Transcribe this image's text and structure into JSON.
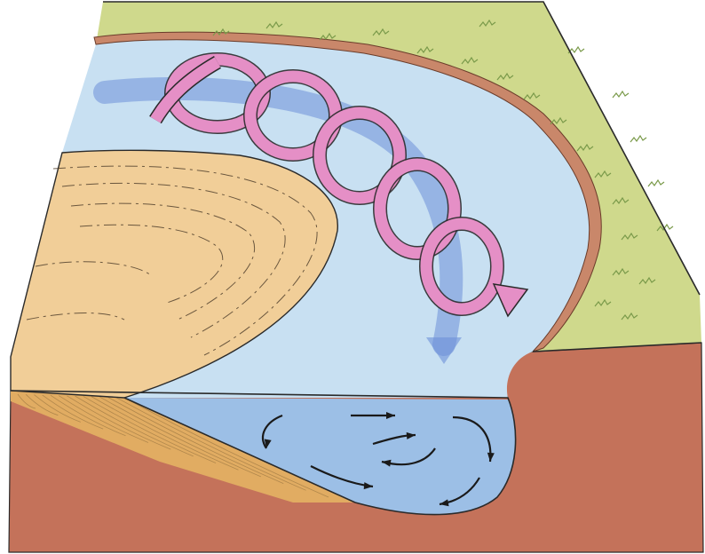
{
  "diagram": {
    "kind": "river-meander-block",
    "labels": [],
    "colors": {
      "background": "#ffffff",
      "floodplain_grass": "#cfd98c",
      "grass_tuft": "#7a9a4a",
      "water_surface": "#c8e0f2",
      "water_section": "#9cbfe6",
      "point_bar_sand": "#f1ce98",
      "sand_section": "#e1ac62",
      "earth_section": "#c4725a",
      "eroded_bank": "#c9876a",
      "main_flow_arrow": "#6d90d9",
      "helical_flow": "#e58fc6",
      "outline": "#2a2a2a"
    },
    "icons": [
      "main-flow-arrow",
      "helical-flow-spiral",
      "cross-section-circulation-arrows"
    ]
  }
}
